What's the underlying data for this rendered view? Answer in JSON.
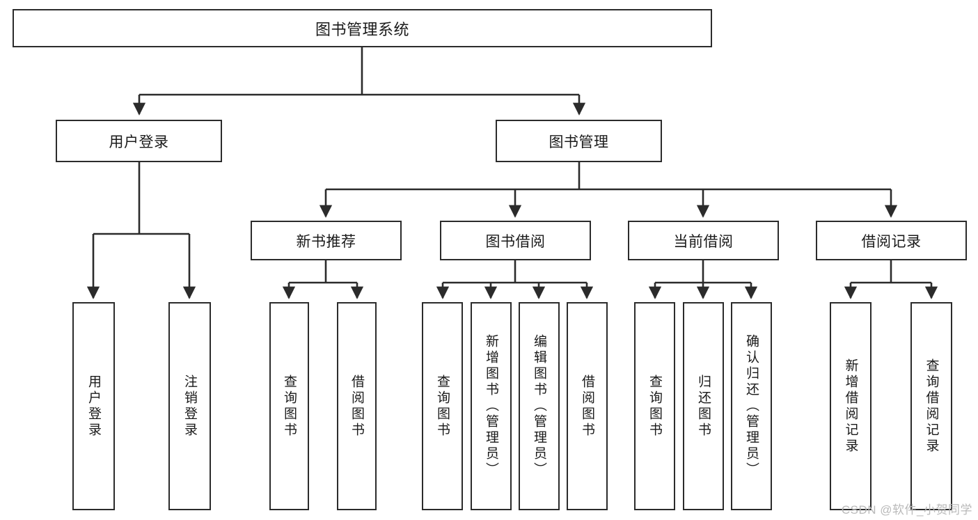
{
  "diagram": {
    "title": "图书管理系统",
    "watermark": "CSDN @软件_小贺同学",
    "levels": {
      "root": {
        "label": "图书管理系统"
      },
      "level2": [
        {
          "label": "用户登录"
        },
        {
          "label": "图书管理"
        }
      ],
      "level3": [
        {
          "label": "新书推荐"
        },
        {
          "label": "图书借阅"
        },
        {
          "label": "当前借阅"
        },
        {
          "label": "借阅记录"
        }
      ],
      "leaves": {
        "user_login": [
          {
            "label": "用户登录"
          },
          {
            "label": "注销登录"
          }
        ],
        "new_book_recommend": [
          {
            "label": "查询图书"
          },
          {
            "label": "借阅图书"
          }
        ],
        "book_borrow": [
          {
            "label": "查询图书"
          },
          {
            "label": "新增图书（管理员）"
          },
          {
            "label": "编辑图书（管理员）"
          },
          {
            "label": "借阅图书"
          }
        ],
        "current_borrow": [
          {
            "label": "查询图书"
          },
          {
            "label": "归还图书"
          },
          {
            "label": "确认归还（管理员）"
          }
        ],
        "borrow_record": [
          {
            "label": "新增借阅记录"
          },
          {
            "label": "查询借阅记录"
          }
        ]
      }
    },
    "colors": {
      "stroke": "#2b2b2b",
      "fill": "#ffffff",
      "text": "#1a1a1a",
      "watermark": "#b9b9b9"
    }
  }
}
